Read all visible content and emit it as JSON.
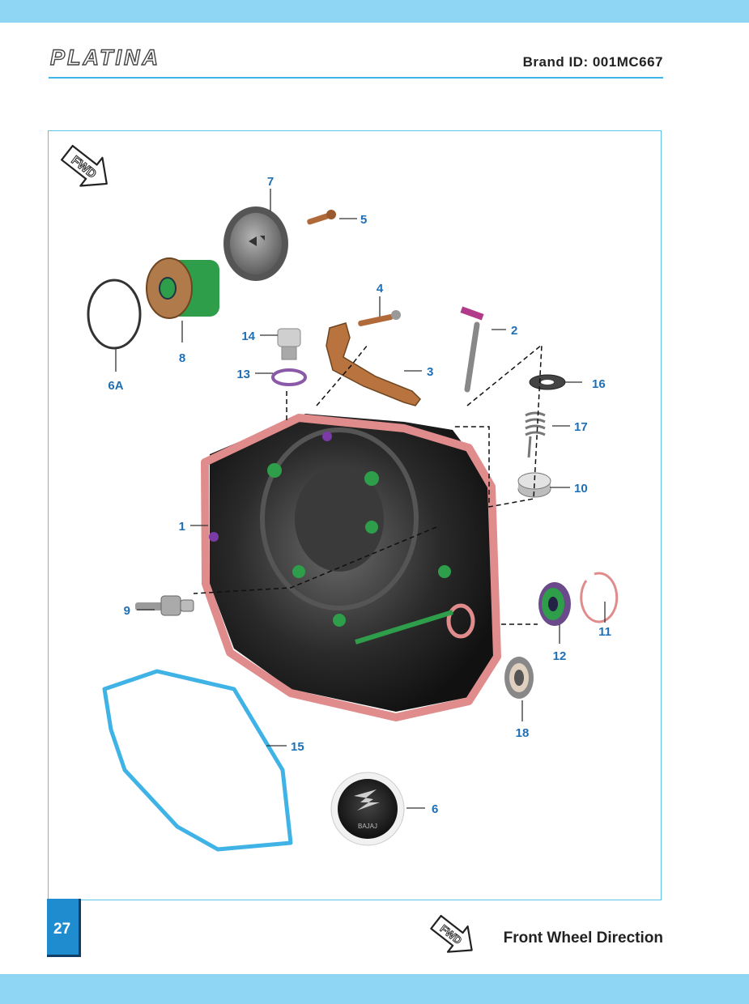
{
  "header": {
    "logo_text": "PLATINA",
    "brand_id": "Brand  ID: 001MC667"
  },
  "fwd_badge": "FWD",
  "callouts": {
    "c1": "1",
    "c2": "2",
    "c3": "3",
    "c4": "4",
    "c5": "5",
    "c6": "6",
    "c6a": "6A",
    "c7": "7",
    "c8": "8",
    "c9": "9",
    "c10": "10",
    "c11": "11",
    "c12": "12",
    "c13": "13",
    "c14": "14",
    "c15": "15",
    "c16": "16",
    "c17": "17",
    "c18": "18"
  },
  "emblem_text": "BAJAJ",
  "footer": {
    "page_number": "27",
    "legend_badge": "FWD",
    "legend_text": "Front  Wheel  Direction"
  },
  "colors": {
    "accent_blue": "#3cb6e6",
    "band_blue": "#8fd6f5",
    "callout_blue": "#1f6fb5",
    "gasket_pink": "#e08c8c",
    "gasket_blue": "#3fb3e6"
  }
}
